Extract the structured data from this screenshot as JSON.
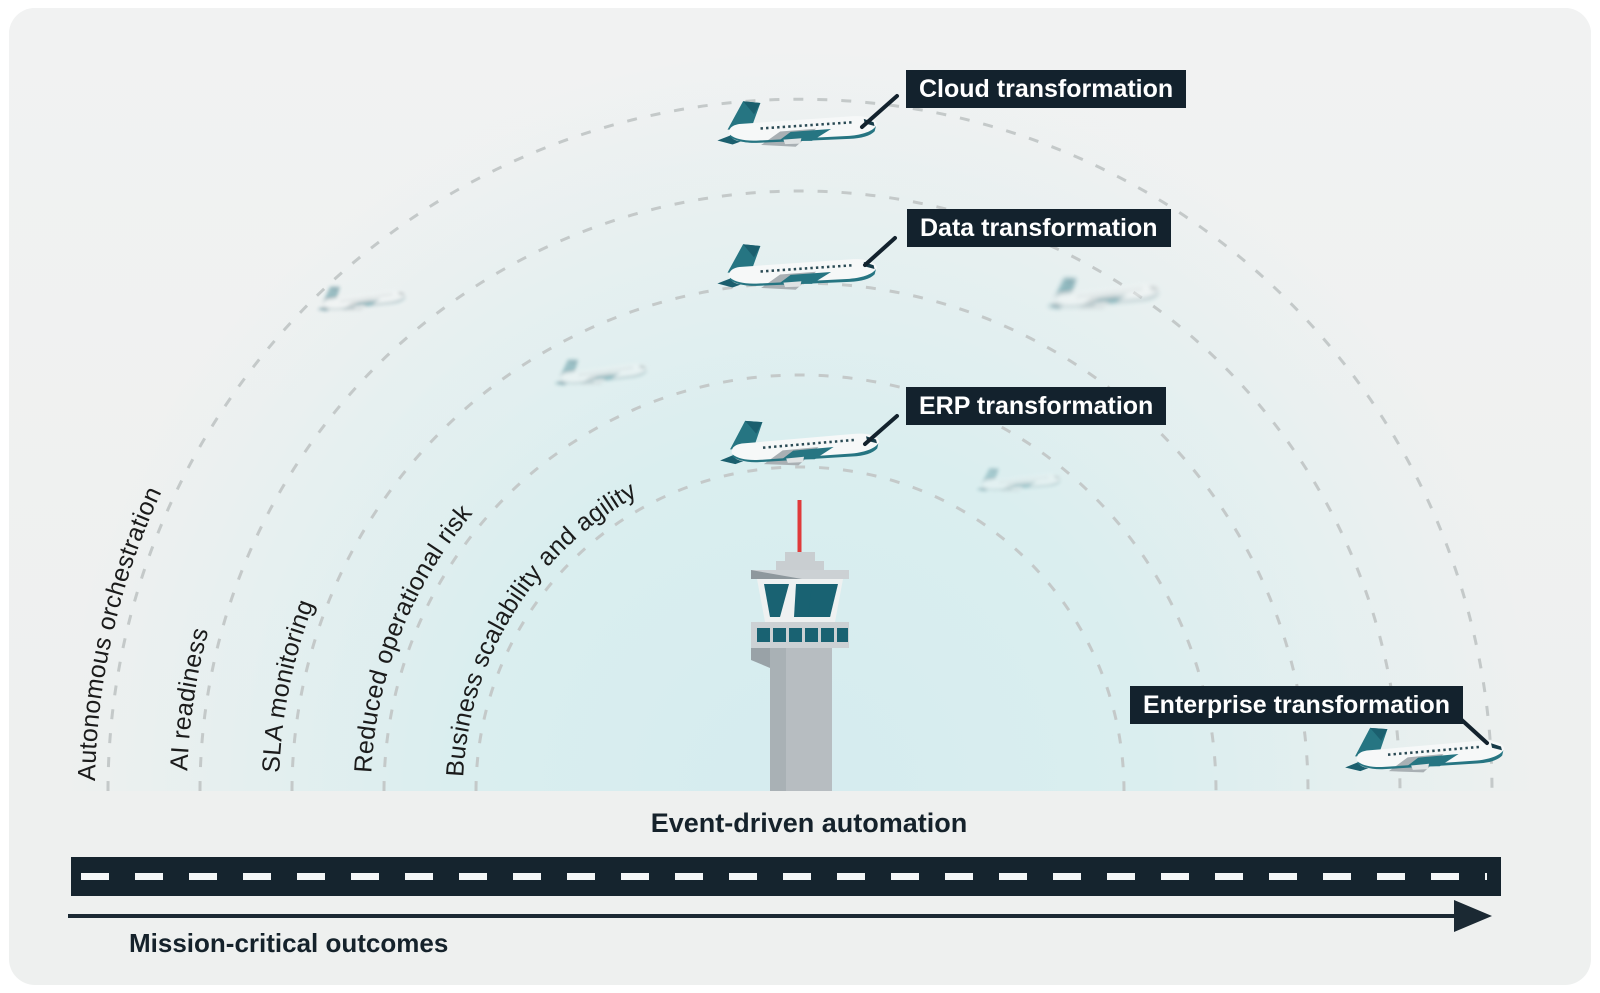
{
  "scene": {
    "callouts": [
      {
        "label": "Cloud transformation"
      },
      {
        "label": "Data transformation"
      },
      {
        "label": "ERP transformation"
      },
      {
        "label": "Enterprise transformation"
      }
    ],
    "arc_labels": [
      {
        "label": "Autonomous orchestration"
      },
      {
        "label": "AI readiness"
      },
      {
        "label": "SLA monitoring"
      },
      {
        "label": "Reduced operational risk"
      },
      {
        "label": "Business scalability and agility"
      }
    ],
    "tower_label": "Event-driven automation",
    "outcomes_label": "Mission-critical outcomes"
  },
  "colors": {
    "callout_background": "#13222d",
    "callout_text": "#ffffff",
    "plane_teal": "#267582",
    "arc_dash": "#c4c9c9",
    "card_background": "#eef0ef",
    "sky_tint": "#d5ecef",
    "runway": "#15242e",
    "antenna_red": "#e03a3a"
  }
}
